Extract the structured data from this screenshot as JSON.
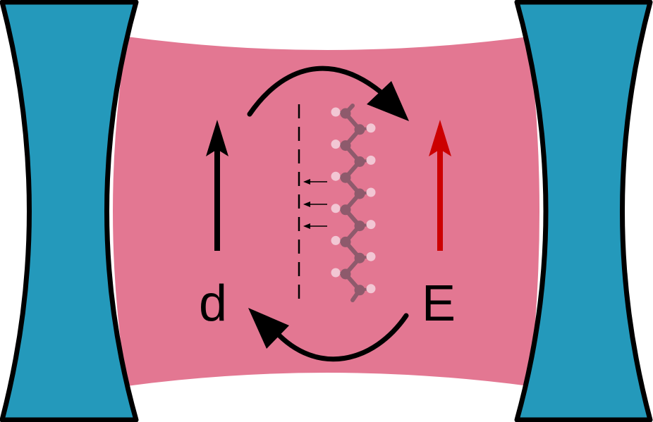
{
  "labels": {
    "dipole": "d",
    "field": "E"
  },
  "colors": {
    "mirror": "#2499bb",
    "cavity": "#e37792",
    "outline": "#000000",
    "dipole_arrow": "#000000",
    "field_arrow": "#cc0000",
    "carbon": "#8e5a6c",
    "hydrogen": "#f2c7d4",
    "background": "#ffffff"
  },
  "icons": {
    "cycle_top": "curved-arrow-clockwise",
    "cycle_bottom": "curved-arrow-clockwise",
    "molecule": "polyene-chain-molecule"
  },
  "molecule": {
    "carbon_atoms": 12,
    "hydrogen_atoms": 12
  },
  "image_charges": {
    "arrow_count": 3
  }
}
